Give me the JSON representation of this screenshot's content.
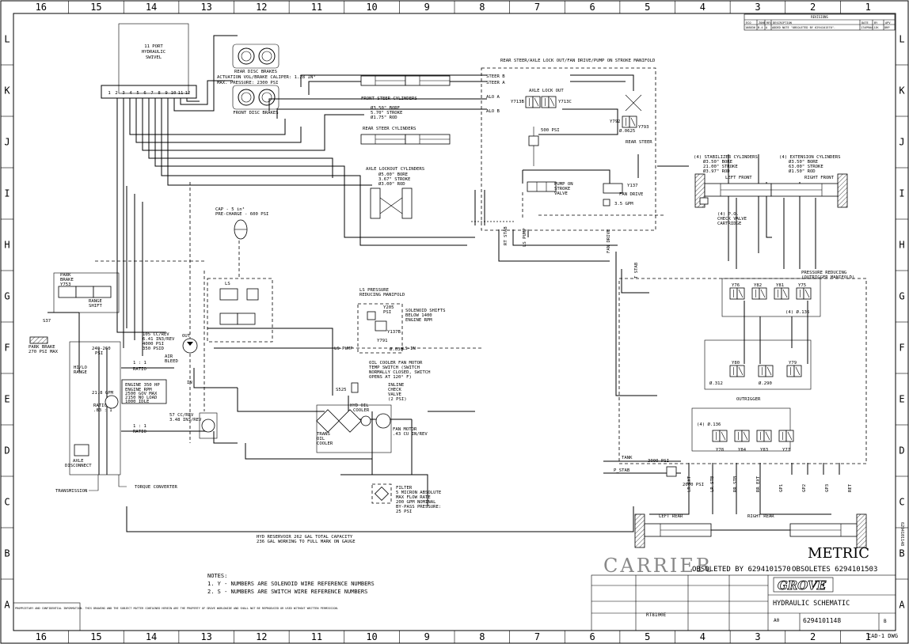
{
  "border": {
    "columns": [
      "16",
      "15",
      "14",
      "13",
      "12",
      "11",
      "10",
      "9",
      "8",
      "7",
      "6",
      "5",
      "4",
      "3",
      "2",
      "1"
    ],
    "rows": [
      "L",
      "K",
      "J",
      "I",
      "H",
      "G",
      "F",
      "E",
      "D",
      "C",
      "B",
      "A"
    ]
  },
  "components": {
    "swivel": "11 PORT HYDRAULIC SWIVEL",
    "swivel_ports": [
      "1",
      "2",
      "3",
      "4",
      "5",
      "6",
      "7",
      "8",
      "9",
      "10",
      "11",
      "12"
    ],
    "rear_disc_brakes": "REAR DISC BRAKES",
    "actuation": "ACTUATION VOL/BRAKE CALIPER: 1.28 IN³",
    "max_pressure": "MAX. PRESSURE: 2300 PSI",
    "front_disc_brakes": "FRONT DISC BRAKES",
    "manifold_title": "REAR STEER/AXLE LOCK OUT/FAN DRIVE/PUMP ON STROKE MANIFOLD",
    "steer_b": "STEER B",
    "steer_a": "STEER A",
    "alo_a": "ALO A",
    "alo_b": "ALO B",
    "axle_lockout": "AXLE LOCK OUT",
    "y713b": "Y713B",
    "y713c": "Y713C",
    "front_steer": "FRONT STEER CYLINDERS",
    "steer_specs": [
      "Ø3.50\" BORE",
      "5.70\" STROKE",
      "Ø1.75\" ROD"
    ],
    "rear_steer_cyl": "REAR STEER CYLINDERS",
    "psi500": "500 PSI",
    "y792": "Y792",
    "orifice0625": "Ø.0625",
    "y793": "Y793",
    "rear_steer": "REAR STEER",
    "axle_lockout_cyl": "AXLE LOCKOUT CYLINDERS",
    "alo_specs": [
      "Ø5.00\" BORE",
      "3.67\" STROKE",
      "Ø3.00\" ROD"
    ],
    "pump_on_stroke": "PUMP ON STROKE VALVE",
    "y137": "Y137",
    "fan_drive": "FAN DRIVE",
    "gpm35": "3.5 GPM",
    "port_rt_stab": "RT STAB",
    "port_ls_pump": "LS PUMP",
    "port_fan_drive": "FAN DRIVE",
    "port_t_stab": "T STAB",
    "stab_cyl": "(4) STABILIZER CYLINDERS",
    "stab_specs": [
      "Ø3.50\" BORE",
      "21.00\" STROKE",
      "Ø3.97\" ROD"
    ],
    "ext_cyl": "(4) EXTENSION CYLINDERS",
    "ext_specs": [
      "Ø3.50\" BORE",
      "63.00\" STROKE",
      "Ø1.50\" ROD"
    ],
    "left_front": "LEFT FRONT",
    "right_front": "RIGHT FRONT",
    "po_check": "(4) P.O. CHECK VALVE CARTRIDGE",
    "accumulator": "CAP - 5 in³ PRE-CHARGE - 600 PSI",
    "ls": "LS",
    "park_brake_sol": "PARK BRAKE Y753",
    "range_shift": "RANGE SHIFT",
    "s37": "S37",
    "park_brake": "PARK BRAKE",
    "psi270": "270 PSI MAX",
    "hi_lo_range": "HI/LO RANGE",
    "psi240": "240-260 PSI",
    "ratio1": "RATIO",
    "pump_spec": [
      "105 CC/REV",
      "6.41 IN3/REV",
      "4000 PSI",
      "350 PSID"
    ],
    "air_bleed": "AIR BLEED",
    "out": "OUT",
    "in": "IN",
    "engine_spec": [
      "ENGINE 350 HP",
      "ENGINE RPM",
      "2500 GOV MAX",
      "2150 NO LOAD",
      "1000 IDLE"
    ],
    "gpm218": "21.8 GPM",
    "ratio2": "RATIO .83 : 1",
    "axle_disconnect": "AXLE DISCONNECT",
    "ratio3": "RATIO",
    "pump2_spec": [
      "57 CC/REV",
      "3.48 IN3/REV"
    ],
    "ls_pressure_manifold": "LS PRESSURE REDUCING MANIFOLD",
    "y205": "Y205",
    "psi_red": "PSI",
    "solenoid_shifts": "SOLENOID SHIFTS BELOW 1400 ENGINE RPM",
    "y791": "Y791",
    "y137b": "Y137B",
    "orifice030": "Ø.030",
    "ls_pump": "LS-PUMP",
    "ls_in": "LS-IN",
    "oil_cooler_note": "OIL COOLER FAN MOTOR TEMP SWITCH (SWITCH NORMALLY CLOSED, SWITCH OPENS AT 120° F)",
    "s525": "S525",
    "inline_check": "INLINE CHECK VALVE (2 PSI)",
    "hyd_oil_cooler": "HYD OIL COOLER",
    "fan_motor": "FAN MOTOR .43 CU IN/REV",
    "trans_oil_cooler": "TRANS OIL COOLER",
    "pressure_reducing": "PRESSURE REDUCING (OUTRIGGER MANIFOLD)",
    "y76": "Y76",
    "y82": "Y82",
    "y81": "Y81",
    "y75": "Y75",
    "orifice136a": "(4) Ø.136",
    "y80": "Y80",
    "y79": "Y79",
    "orifice312": "Ø.312",
    "orifice290": "Ø.290",
    "outrigger": "OUTRIGGER",
    "orifice136b": "(4) Ø.136",
    "y78": "Y78",
    "y84": "Y84",
    "y83": "Y83",
    "y77": "Y77",
    "tank": "TANK",
    "psi3000": "3000 PSI",
    "p_stab": "P_STAB",
    "psi2000": "2000 PSI",
    "rear_ports": [
      "LR EXT",
      "LR STB",
      "RR STB",
      "RR EXT",
      "GP1",
      "GP2",
      "GP3",
      "RET"
    ],
    "left_rear": "LEFT REAR",
    "right_rear": "RIGHT REAR",
    "transmission": "TRANSMISSION",
    "torque_converter": "TORQUE CONVERTER",
    "filter": [
      "FILTER",
      "5 MICRON ABSOLUTE",
      "MAX FLOW RATE",
      "200 GPM NOMINAL",
      "BY-PASS PRESSURE:",
      "25 PSI"
    ],
    "reservoir": [
      "HYD RESERVOIR 262 GAL TOTAL CAPACITY",
      "236 GAL WORKING TO FULL MARK ON GAUGE"
    ]
  },
  "notes": {
    "heading": "NOTES:",
    "items": [
      "1.  Y - NUMBERS ARE SOLENOID WIRE REFERENCE NUMBERS",
      "2.  S - NUMBERS ARE SWITCH WIRE REFERENCE NUMBERS"
    ]
  },
  "title_block": {
    "carrier": "CARRIER",
    "obsoleted_by": "OBSOLETED BY 6294101570",
    "obsoletes": "OBSOLETES 6294101503",
    "metric": "METRIC",
    "grove": "GROVE",
    "title": "HYDRAULIC SCHEMATIC",
    "model": "RT8100E",
    "drawing_number": "6294101148",
    "size": "A0",
    "rev": "B",
    "file": "CAD-1 DWG",
    "side_tab": "6294101148"
  },
  "revisions": {
    "header": "REVISIONS",
    "columns": [
      "ECO",
      "ZONE",
      "REV",
      "DESCRIPTION",
      "DATE",
      "BY",
      "APV"
    ],
    "rows": [
      [
        "108836",
        "B-4",
        "A",
        "ADDED NOTE \"OBSOLETED BY 6294101570\".",
        "17APR04",
        "JJK",
        "DRP"
      ]
    ]
  },
  "proprietary_text": "PROPRIETARY AND CONFIDENTIAL INFORMATION. THIS DRAWING AND THE SUBJECT MATTER CONTAINED HEREIN ARE THE PROPERTY OF GROVE WORLDWIDE AND SHALL NOT BE REPRODUCED OR USED WITHOUT WRITTEN PERMISSION."
}
